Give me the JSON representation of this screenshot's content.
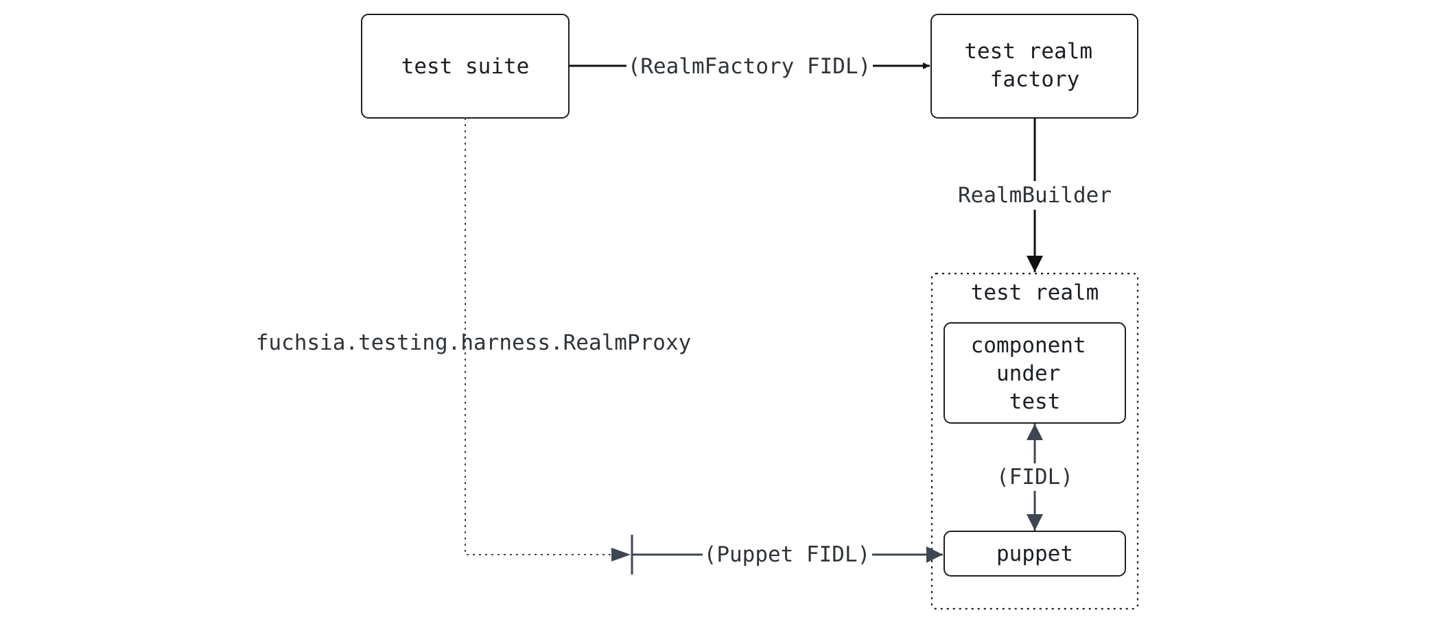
{
  "nodes": {
    "test_suite": "test suite",
    "test_realm_factory": [
      "test realm",
      "factory"
    ],
    "component_under_test": [
      "component",
      "under",
      "test"
    ],
    "puppet": "puppet"
  },
  "groups": {
    "test_realm": "test realm"
  },
  "edges": {
    "realm_factory_fidl": "(RealmFactory FIDL)",
    "realm_builder": "RealmBuilder",
    "realm_proxy": "fuchsia.testing.harness.RealmProxy",
    "fidl": "(FIDL)",
    "puppet_fidl": "(Puppet FIDL)"
  },
  "colors": {
    "line_black": "#111111",
    "line_slate": "#3d4652",
    "text": "#1b1f24"
  }
}
